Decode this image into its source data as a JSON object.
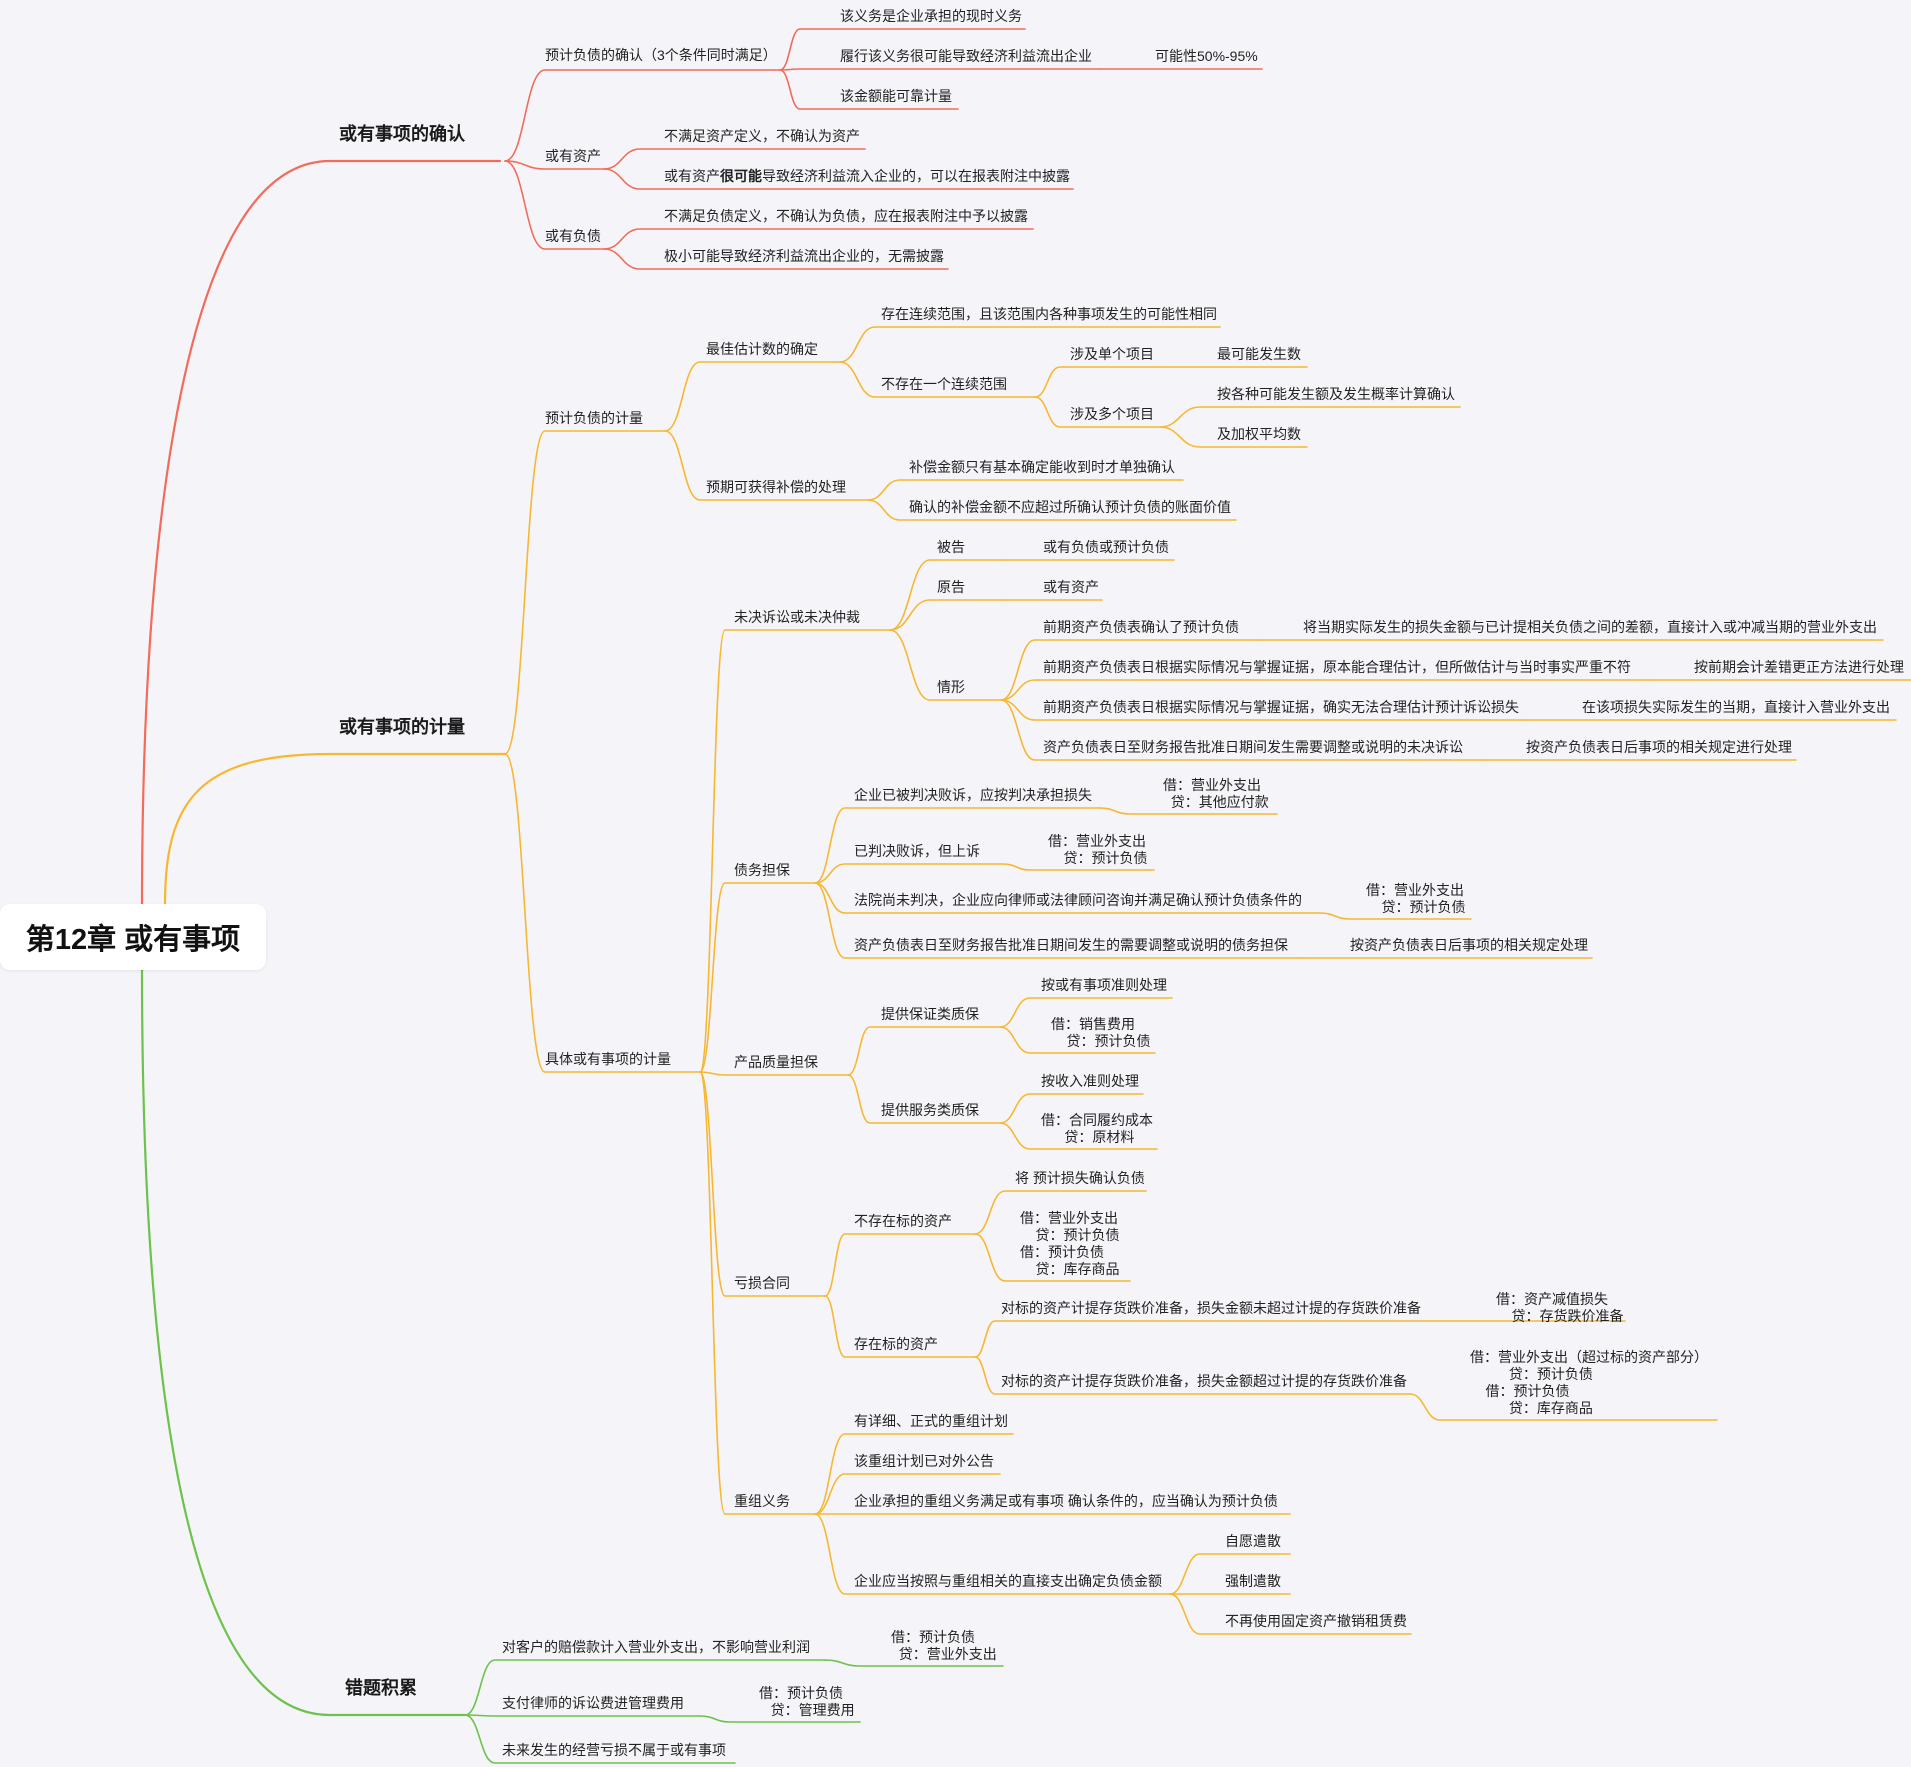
{
  "root": {
    "label": "第12章 或有事项"
  },
  "colors": {
    "recognition": "#f26b5b",
    "measurement": "#f7b731",
    "mistakes": "#6dc24b"
  },
  "branches": {
    "recognition": {
      "label": "或有事项的确认",
      "provision_recognition": {
        "label": "预计负债的确认（3个条件同时满足）",
        "c1": "该义务是企业承担的现时义务",
        "c2": "履行该义务很可能导致经济利益流出企业",
        "c2_note": "可能性50%-95%",
        "c3": "该金额能可靠计量"
      },
      "contingent_asset": {
        "label": "或有资产",
        "a1": "不满足资产定义，不确认为资产",
        "a2_pre": "或有资产",
        "a2_bold": "很可能",
        "a2_post": "导致经济利益流入企业的，可以在报表附注中披露"
      },
      "contingent_liability": {
        "label": "或有负债",
        "l1": "不满足负债定义，不确认为负债，应在报表附注中予以披露",
        "l2": "极小可能导致经济利益流出企业的，无需披露"
      }
    },
    "measurement": {
      "label": "或有事项的计量",
      "provision_measurement": {
        "label": "预计负债的计量",
        "best_estimate": {
          "label": "最佳估计数的确定",
          "continuous": "存在连续范围，且该范围内各种事项发生的可能性相同",
          "non_continuous": {
            "label": "不存在一个连续范围",
            "single": "涉及单个项目",
            "single_result": "最可能发生数",
            "multiple": "涉及多个项目",
            "multiple_r1": "按各种可能发生额及发生概率计算确认",
            "multiple_r2": "及加权平均数"
          }
        },
        "compensation": {
          "label": "预期可获得补偿的处理",
          "c1": "补偿金额只有基本确定能收到时才单独确认",
          "c2": "确认的补偿金额不应超过所确认预计负债的账面价值"
        }
      },
      "specific": {
        "label": "具体或有事项的计量",
        "litigation": {
          "label": "未决诉讼或未决仲裁",
          "defendant": "被告",
          "defendant_result": "或有负债或预计负债",
          "plaintiff": "原告",
          "plaintiff_result": "或有资产",
          "situations": {
            "label": "情形",
            "s1": "前期资产负债表确认了预计负债",
            "s1_result": "将当期实际发生的损失金额与已计提相关负债之间的差额，直接计入或冲减当期的营业外支出",
            "s2": "前期资产负债表日根据实际情况与掌握证据，原本能合理估计，但所做估计与当时事实严重不符",
            "s2_result": "按前期会计差错更正方法进行处理",
            "s3": "前期资产负债表日根据实际情况与掌握证据，确实无法合理估计预计诉讼损失",
            "s3_result": "在该项损失实际发生的当期，直接计入营业外支出",
            "s4": "资产负债表日至财务报告批准日期间发生需要调整或说明的未决诉讼",
            "s4_result": "按资产负债表日后事项的相关规定进行处理"
          }
        },
        "guarantee": {
          "label": "债务担保",
          "g1": "企业已被判决败诉，应按判决承担损失",
          "g1_entry": "借：营业外支出\n  贷：其他应付款",
          "g2": "已判决败诉，但上诉",
          "g2_entry": "借：营业外支出\n    贷：预计负债",
          "g3": "法院尚未判决，企业应向律师或法律顾问咨询并满足确认预计负债条件的",
          "g3_entry": "借：营业外支出\n    贷：预计负债",
          "g4": "资产负债表日至财务报告批准日期间发生的需要调整或说明的债务担保",
          "g4_result": "按资产负债表日后事项的相关规定处理"
        },
        "warranty": {
          "label": "产品质量担保",
          "assurance": {
            "label": "提供保证类质保",
            "rule": "按或有事项准则处理",
            "entry": "借：销售费用\n    贷：预计负债"
          },
          "service": {
            "label": "提供服务类质保",
            "rule": "按收入准则处理",
            "entry": "借：合同履约成本\n      贷：原材料"
          }
        },
        "onerous": {
          "label": "亏损合同",
          "no_asset": {
            "label": "不存在标的资产",
            "rule": "将 预计损失确认负债",
            "entry": "借：营业外支出\n    贷：预计负债\n借：预计负债\n    贷：库存商品"
          },
          "with_asset": {
            "label": "存在标的资产",
            "r1": "对标的资产计提存货跌价准备，损失金额未超过计提的存货跌价准备",
            "r1_entry": "借：资产减值损失\n    贷：存货跌价准备",
            "r2": "对标的资产计提存货跌价准备，损失金额超过计提的存货跌价准备",
            "r2_entry": "借：营业外支出（超过标的资产部分）\n          贷：预计负债\n    借：预计负债\n          贷：库存商品"
          }
        },
        "restructuring": {
          "label": "重组义务",
          "r1": "有详细、正式的重组计划",
          "r2": "该重组计划已对外公告",
          "r3": "企业承担的重组义务满足或有事项 确认条件的，应当确认为预计负债",
          "r4": {
            "label": "企业应当按照与重组相关的直接支出确定负债金额",
            "a": "自愿遣散",
            "b": "强制遣散",
            "c": "不再使用固定资产撤销租赁费"
          }
        }
      }
    },
    "mistakes": {
      "label": "错题积累",
      "m1": "对客户的赔偿款计入营业外支出，不影响营业利润",
      "m1_entry": "借：预计负债\n  贷：营业外支出",
      "m2": "支付律师的诉讼费进管理费用",
      "m2_entry": "借：预计负债\n   贷：管理费用",
      "m3": "未来发生的经营亏损不属于或有事项"
    }
  }
}
